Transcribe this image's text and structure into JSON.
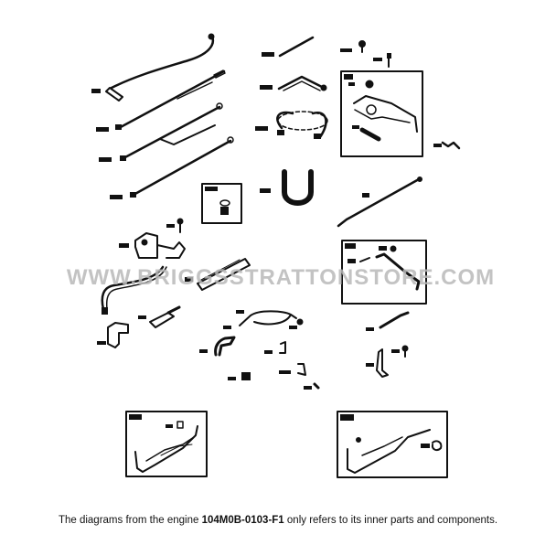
{
  "diagram": {
    "watermark": "WWW.BRIGGSSTRATTONSTORE.COM",
    "caption": {
      "prefix": "The diagrams from the engine ",
      "engine_model": "104M0B-0103-F1",
      "suffix": " only refers to its inner parts and components."
    },
    "line_color": "#111111",
    "watermark_color": "#b9b9b9",
    "parts": [
      {
        "id": "wire-hook",
        "type": "wire"
      },
      {
        "id": "ground-wire-1",
        "type": "wire"
      },
      {
        "id": "ground-wire-2",
        "type": "wire"
      },
      {
        "id": "ground-wire-3",
        "type": "wire"
      },
      {
        "id": "short-wire",
        "type": "wire"
      },
      {
        "id": "bent-wire",
        "type": "wire"
      },
      {
        "id": "loop-harness",
        "type": "harness"
      },
      {
        "id": "u-boot",
        "type": "boot"
      },
      {
        "id": "inset-bracket-kit",
        "type": "inset-box"
      },
      {
        "id": "inset-small-part",
        "type": "inset-box"
      },
      {
        "id": "screw-a",
        "type": "screw"
      },
      {
        "id": "screw-b",
        "type": "screw"
      },
      {
        "id": "link-rod",
        "type": "rod"
      },
      {
        "id": "spring-clip",
        "type": "spring"
      },
      {
        "id": "ignition-armature",
        "type": "armature"
      },
      {
        "id": "spark-plug-lead",
        "type": "lead"
      },
      {
        "id": "spark-plug-boot",
        "type": "boot"
      },
      {
        "id": "spark-plug",
        "type": "plug"
      },
      {
        "id": "muffler-tube",
        "type": "tube"
      },
      {
        "id": "inset-lever",
        "type": "inset-box"
      },
      {
        "id": "stop-cable",
        "type": "cable"
      },
      {
        "id": "small-clip",
        "type": "clip"
      },
      {
        "id": "bracket-clamp",
        "type": "clamp"
      },
      {
        "id": "retainer-a",
        "type": "clip"
      },
      {
        "id": "retainer-b",
        "type": "clip"
      },
      {
        "id": "nut",
        "type": "nut"
      },
      {
        "id": "bolt",
        "type": "bolt"
      },
      {
        "id": "tool",
        "type": "tool"
      },
      {
        "id": "l-bracket",
        "type": "bracket"
      },
      {
        "id": "screw-c",
        "type": "screw"
      },
      {
        "id": "inset-control-left",
        "type": "inset-box"
      },
      {
        "id": "inset-control-right",
        "type": "inset-box"
      }
    ]
  }
}
